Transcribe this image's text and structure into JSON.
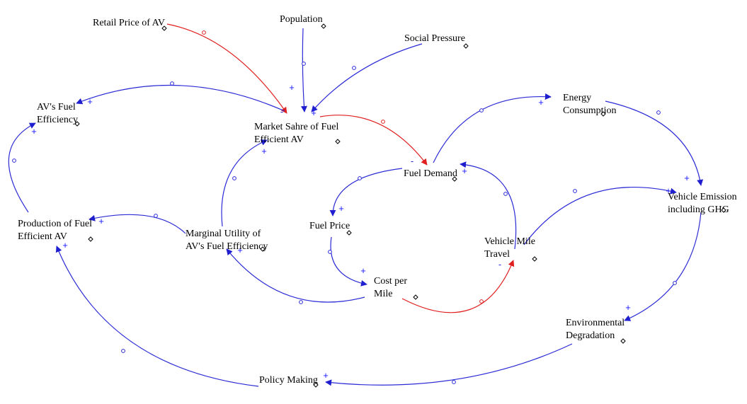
{
  "diagram": {
    "colors": {
      "positive_link": "#2b2bd6",
      "negative_link": "#e02020",
      "polarity_sign": "#1a1aff",
      "text": "#000000"
    },
    "nodes": [
      {
        "id": "retail-price-of-av",
        "lines": [
          "Retail Price of AV"
        ]
      },
      {
        "id": "population",
        "lines": [
          "Population"
        ]
      },
      {
        "id": "social-pressure",
        "lines": [
          "Social Pressure"
        ]
      },
      {
        "id": "avs-fuel-efficiency",
        "lines": [
          "AV's Fuel",
          "Efficiency"
        ]
      },
      {
        "id": "market-share-of-fuel-efficient-av",
        "lines": [
          "Market Sahre of Fuel",
          "Efficient AV"
        ]
      },
      {
        "id": "energy-consumption",
        "lines": [
          "Energy",
          "Consumption"
        ]
      },
      {
        "id": "fuel-demand",
        "lines": [
          "Fuel Demand"
        ]
      },
      {
        "id": "vehicle-emission-including-ghg",
        "lines": [
          "Vehicle Emission",
          "including GHG"
        ]
      },
      {
        "id": "production-of-fuel-efficient-av",
        "lines": [
          "Production of Fuel",
          "Efficient AV"
        ]
      },
      {
        "id": "marginal-utility-of-avs-fuel-efficiency",
        "lines": [
          "Marginal Utility of",
          "AV's Fuel Efficiency"
        ]
      },
      {
        "id": "fuel-price",
        "lines": [
          "Fuel Price"
        ]
      },
      {
        "id": "vehicle-mile-travel",
        "lines": [
          "Vehicle Mile",
          "Travel"
        ]
      },
      {
        "id": "cost-per-mile",
        "lines": [
          "Cost per",
          "Mile"
        ]
      },
      {
        "id": "environmental-degradation",
        "lines": [
          "Environmental",
          "Degradation"
        ]
      },
      {
        "id": "policy-making",
        "lines": [
          "Policy Making"
        ]
      }
    ],
    "links": [
      {
        "from": "retail-price-of-av",
        "to": "market-share-of-fuel-efficient-av",
        "polarity": "-"
      },
      {
        "from": "population",
        "to": "market-share-of-fuel-efficient-av",
        "polarity": "+"
      },
      {
        "from": "social-pressure",
        "to": "market-share-of-fuel-efficient-av",
        "polarity": "+"
      },
      {
        "from": "market-share-of-fuel-efficient-av",
        "to": "avs-fuel-efficiency",
        "polarity": "+"
      },
      {
        "from": "market-share-of-fuel-efficient-av",
        "to": "fuel-demand",
        "polarity": "-"
      },
      {
        "from": "fuel-demand",
        "to": "energy-consumption",
        "polarity": "+"
      },
      {
        "from": "energy-consumption",
        "to": "vehicle-emission-including-ghg",
        "polarity": "+"
      },
      {
        "from": "fuel-demand",
        "to": "fuel-price",
        "polarity": "+"
      },
      {
        "from": "fuel-price",
        "to": "cost-per-mile",
        "polarity": "+"
      },
      {
        "from": "cost-per-mile",
        "to": "vehicle-mile-travel",
        "polarity": "-"
      },
      {
        "from": "vehicle-mile-travel",
        "to": "fuel-demand",
        "polarity": "+"
      },
      {
        "from": "vehicle-mile-travel",
        "to": "vehicle-emission-including-ghg",
        "polarity": "+"
      },
      {
        "from": "vehicle-emission-including-ghg",
        "to": "environmental-degradation",
        "polarity": "+"
      },
      {
        "from": "environmental-degradation",
        "to": "policy-making",
        "polarity": "+"
      },
      {
        "from": "policy-making",
        "to": "production-of-fuel-efficient-av",
        "polarity": "+"
      },
      {
        "from": "production-of-fuel-efficient-av",
        "to": "avs-fuel-efficiency",
        "polarity": "+"
      },
      {
        "from": "marginal-utility-of-avs-fuel-efficiency",
        "to": "production-of-fuel-efficient-av",
        "polarity": "+"
      },
      {
        "from": "marginal-utility-of-avs-fuel-efficiency",
        "to": "market-share-of-fuel-efficient-av",
        "polarity": "+"
      },
      {
        "from": "cost-per-mile",
        "to": "marginal-utility-of-avs-fuel-efficiency",
        "polarity": "+"
      }
    ]
  }
}
